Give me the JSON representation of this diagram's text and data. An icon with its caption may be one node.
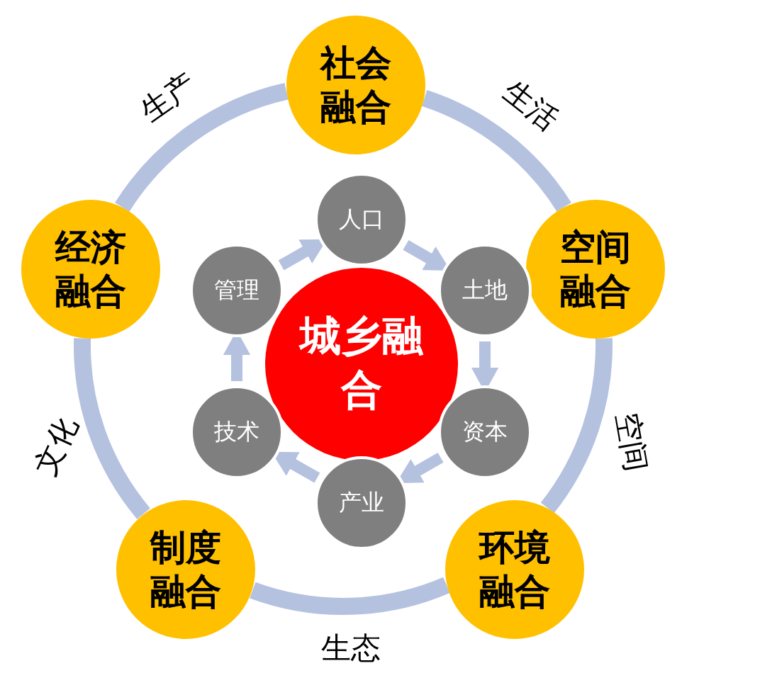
{
  "diagram": {
    "nodes": [
      {
        "text": [
          "社会融合"
        ]
      },
      {
        "text": [
          "经济融合"
        ]
      },
      {
        "text": [
          "空间融合"
        ]
      },
      {
        "text": [
          "人口"
        ]
      },
      {
        "text": [
          "管理"
        ]
      },
      {
        "text": [
          "土地"
        ]
      },
      {
        "text": [
          "城乡融合"
        ]
      },
      {
        "text": [
          "技术"
        ]
      },
      {
        "text": [
          "资本"
        ]
      },
      {
        "text": [
          "产业"
        ]
      },
      {
        "text": [
          "制度融合"
        ]
      },
      {
        "text": [
          "环境融合"
        ]
      }
    ],
    "edges": [
      {
        "from": 0,
        "to": 2,
        "arrow": "none",
        "label": "生活"
      },
      {
        "from": 2,
        "to": 11,
        "arrow": "none",
        "label": "空间"
      },
      {
        "from": 11,
        "to": 10,
        "arrow": "none",
        "label": "生态"
      },
      {
        "from": 10,
        "to": 1,
        "arrow": "none",
        "label": "文化"
      },
      {
        "from": 1,
        "to": 0,
        "arrow": "none",
        "label": "生产"
      },
      {
        "from": 3,
        "to": 5,
        "arrow": "to"
      },
      {
        "from": 5,
        "to": 8,
        "arrow": "to"
      },
      {
        "from": 8,
        "to": 9,
        "arrow": "to"
      },
      {
        "from": 9,
        "to": 7,
        "arrow": "to"
      },
      {
        "from": 7,
        "to": 4,
        "arrow": "to"
      },
      {
        "from": 4,
        "to": 3,
        "arrow": "to"
      }
    ]
  }
}
